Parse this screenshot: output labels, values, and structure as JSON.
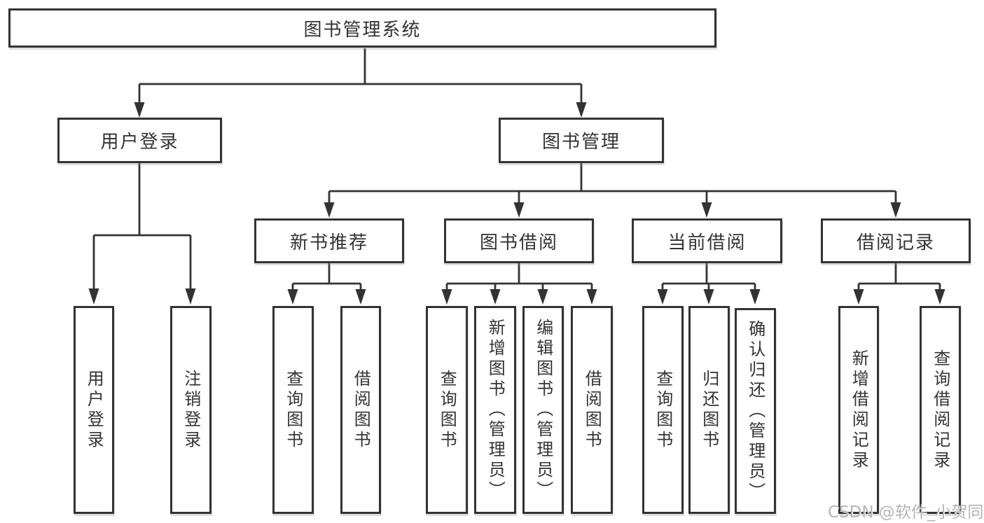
{
  "diagram": {
    "title": "图书管理系统",
    "branches": [
      {
        "label": "用户登录",
        "children": [
          {
            "label": "用户登录"
          },
          {
            "label": "注销登录"
          }
        ]
      },
      {
        "label": "图书管理",
        "children": [
          {
            "label": "新书推荐",
            "children": [
              {
                "label": "查询图书"
              },
              {
                "label": "借阅图书"
              }
            ]
          },
          {
            "label": "图书借阅",
            "children": [
              {
                "label": "查询图书"
              },
              {
                "label": "新增图书（管理员）"
              },
              {
                "label": "编辑图书（管理员）"
              },
              {
                "label": "借阅图书"
              }
            ]
          },
          {
            "label": "当前借阅",
            "children": [
              {
                "label": "查询图书"
              },
              {
                "label": "归还图书"
              },
              {
                "label": "确认归还（管理员）"
              }
            ]
          },
          {
            "label": "借阅记录",
            "children": [
              {
                "label": "新增借阅记录"
              },
              {
                "label": "查询借阅记录"
              }
            ]
          }
        ]
      }
    ]
  },
  "watermark": "CSDN @软件_小贺同学",
  "colors": {
    "line": "#333333",
    "node_border": "#333333",
    "text": "#333333",
    "watermark": "#b5b5b5",
    "background": "#ffffff"
  }
}
